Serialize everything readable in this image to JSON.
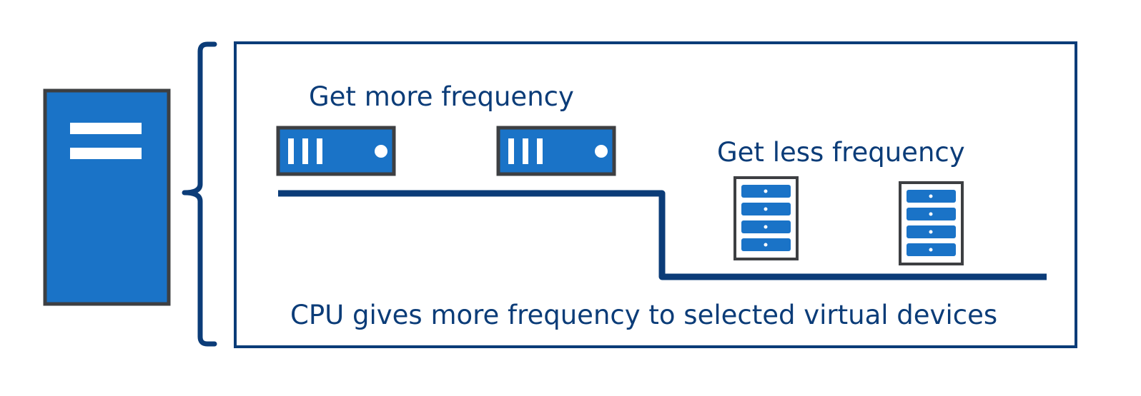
{
  "labels": {
    "more": "Get more frequency",
    "less": "Get less frequency",
    "caption": "CPU gives more frequency to selected virtual devices"
  },
  "colors": {
    "navy": "#0b3c78",
    "blue": "#1a73c7",
    "outline": "#3d3f42",
    "white": "#ffffff"
  },
  "icons": {
    "cpu": "tower-server-icon",
    "high_priority_devices": [
      "rack-server-icon",
      "rack-server-icon"
    ],
    "low_priority_devices": [
      "storage-server-icon",
      "storage-server-icon"
    ]
  }
}
